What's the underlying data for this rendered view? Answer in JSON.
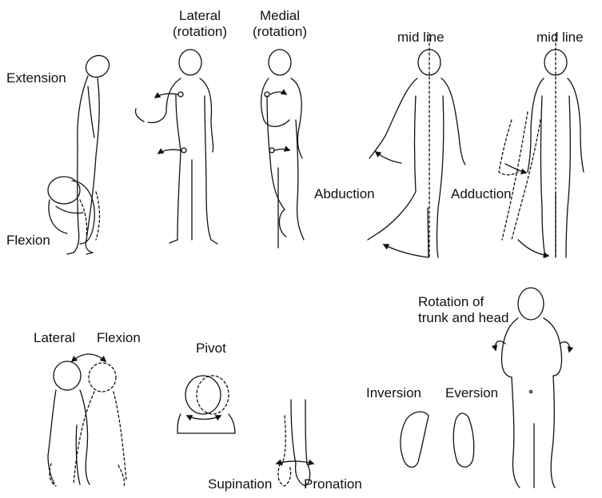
{
  "figure": {
    "extension_flexion": {
      "extension": "Extension",
      "flexion": "Flexion"
    },
    "rotation": {
      "lateral": "Lateral",
      "lateral_paren": "(rotation)",
      "medial": "Medial",
      "medial_paren": "(rotation)"
    },
    "abduction_adduction": {
      "midline_a": "mid line",
      "midline_b": "mid line",
      "abduction": "Abduction",
      "adduction": "Adduction"
    },
    "lateral_flexion": {
      "lateral": "Lateral",
      "flexion": "Flexion"
    },
    "pivot": "Pivot",
    "forearm": {
      "supination": "Supination",
      "pronation": "Pronation"
    },
    "foot": {
      "inversion": "Inversion",
      "eversion": "Eversion"
    },
    "trunk": {
      "line1": "Rotation of",
      "line2": "trunk and head"
    }
  },
  "colors": {
    "ink": "#111111",
    "background": "#ffffff"
  }
}
